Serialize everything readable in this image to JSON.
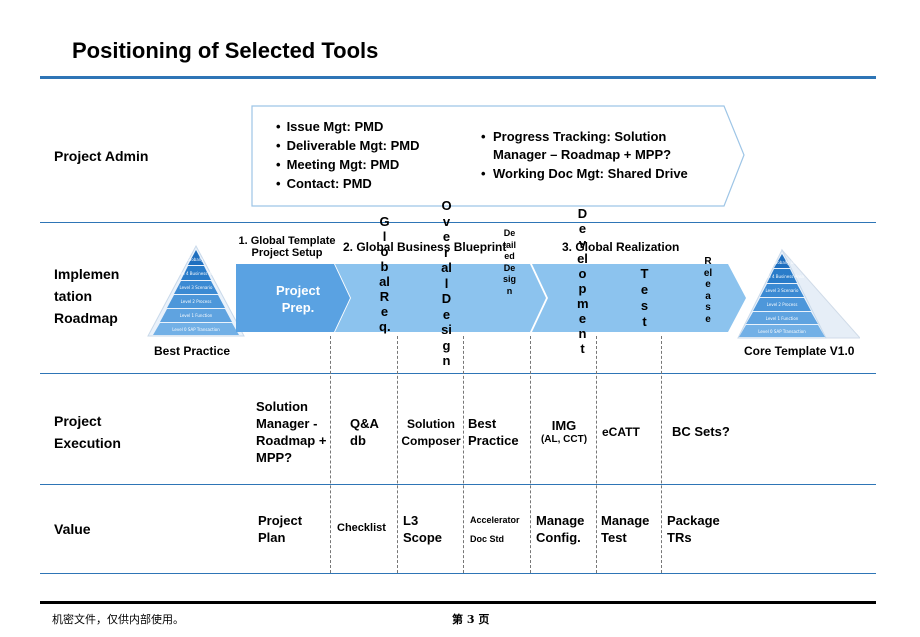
{
  "page": {
    "title": "Positioning of Selected Tools",
    "footer_left": "机密文件，仅供内部使用。",
    "footer_page": "第 3 页"
  },
  "rows": {
    "admin": "Project Admin",
    "implementation": [
      "Implemen",
      "tation",
      "Roadmap"
    ],
    "execution": [
      "Project",
      "Execution"
    ],
    "value": "Value"
  },
  "admin_box": {
    "left_items": [
      "Issue Mgt: PMD",
      "Deliverable Mgt: PMD",
      "Meeting Mgt: PMD",
      "Contact: PMD"
    ],
    "right_items": [
      "Progress Tracking: Solution Manager – Roadmap + MPP?",
      "Working Doc Mgt: Shared Drive"
    ]
  },
  "roadmap": {
    "best_practice": "Best Practice",
    "core_template": "Core Template V1.0",
    "phase1_label": "1. Global Template Project Setup",
    "phase2_label": "2. Global Business Blueprint",
    "phase3_label": "3. Global Realization",
    "project_prep": "Project Prep.",
    "global_req": "Global Req.",
    "overall_design": "Overall Design",
    "detailed_design": "Detailed Design",
    "development": "Development",
    "test": "Test",
    "release": "Release",
    "pyramid_levels": [
      "Level 5 Globally Uniform",
      "Level 4 Business Area",
      "Level 3 Scenario",
      "Level 2 Process",
      "Level 1 Function",
      "Level 0 SAP Transaction"
    ]
  },
  "execution": {
    "c1": "Solution Manager - Roadmap + MPP?",
    "c2": "Q&A db",
    "c3": "Solution Composer",
    "c4": "Best Practice",
    "c5_main": "IMG",
    "c5_sub": "(AL, CCT)",
    "c6": "eCATT",
    "c7": "BC Sets?"
  },
  "value": {
    "c1": "Project Plan",
    "c2": "Checklist",
    "c3": "L3 Scope",
    "c4a": "Accelerator",
    "c4b": "Doc Std",
    "c5": "Manage Config.",
    "c6": "Manage Test",
    "c7": "Package TRs"
  },
  "colors": {
    "accent": "#2e75b6",
    "arrow_light": "#9ccbf0",
    "arrow_dark": "#4a90d9"
  }
}
